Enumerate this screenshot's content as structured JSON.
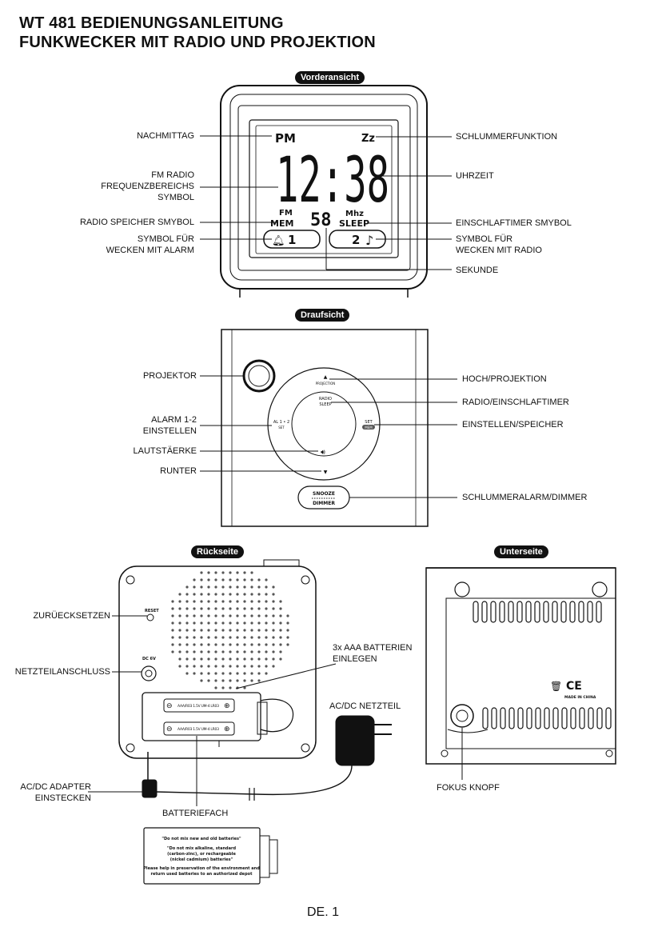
{
  "title": {
    "line1": "WT 481 BEDIENUNGSANLEITUNG",
    "line2": "FUNKWECKER MIT RADIO UND PROJEKTION"
  },
  "front": {
    "section": "Vorderansicht",
    "display": {
      "pm": "PM",
      "zz": "Zz",
      "time": "12:38",
      "fm": "FM",
      "mem": "MEM",
      "seconds": "58",
      "mhz": "Mhz",
      "sleep": "SLEEP",
      "alarm1": "1",
      "alarm2": "2"
    },
    "labels": {
      "nachmittag": "NACHMITTAG",
      "fm_line1": "FM RADIO",
      "fm_line2": "FREQUENZBEREICHS",
      "fm_line3": "SYMBOL",
      "radio_mem": "RADIO SPEICHER SMYBOL",
      "alarm_line1": "SYMBOL FÜR",
      "alarm_line2": "WECKEN MIT ALARM",
      "schlummer": "SCHLUMMERFUNKTION",
      "uhrzeit": "UHRZEIT",
      "sleep_symbol": "EINSCHLAFTIMER SMYBOL",
      "radio_line1": "SYMBOL FÜR",
      "radio_line2": "WECKEN MIT RADIO",
      "sekunde": "SEKUNDE"
    }
  },
  "top": {
    "section": "Draufsicht",
    "buttons": {
      "projection": "PROJECTION",
      "radio": "RADIO",
      "sleep": "SLEEP",
      "al12": "AL 1 • 2",
      "set": "SET",
      "set_right": "SET",
      "mem": "MEM",
      "snooze": "SNOOZE",
      "dimmer": "DIMMER"
    },
    "labels": {
      "projektor": "PROJEKTOR",
      "alarm_line1": "ALARM 1-2",
      "alarm_line2": "EINSTELLEN",
      "lautstaerke": "LAUTSTÄERKE",
      "runter": "RUNTER",
      "hoch": "HOCH/PROJEKTION",
      "radio_sleep": "RADIO/EINSCHLAFTIMER",
      "einstellen": "EINSTELLEN/SPEICHER",
      "schlummeralarm": "SCHLUMMERALARM/DIMMER"
    }
  },
  "back": {
    "section": "Rückseite",
    "reset": "RESET",
    "dc": "DC 6V",
    "battery_text": "AAA/R03 1.5V UM-4 LR03",
    "labels": {
      "zuruecksetzen": "ZURÜECKSETZEN",
      "netzteil": "NETZTEILANSCHLUSS",
      "batt_line1": "3x AAA BATTERIEN",
      "batt_line2": "EINLEGEN",
      "acdc": "AC/DC NETZTEIL",
      "adapter_line1": "AC/DC ADAPTER",
      "adapter_line2": "EINSTECKEN",
      "batteriefach": "BATTERIEFACH"
    },
    "cover": {
      "line1": "\"Do not mix new and old batteries\"",
      "line2": "\"Do not mix alkaline, standard",
      "line3": "(carbon-zinc), or rechargeable",
      "line4": "(nickel cadmium) batteries\"",
      "line5": "Please help in preservation of the environment and",
      "line6": "return used batteries to an authorized depot"
    }
  },
  "bottom": {
    "section": "Unterseite",
    "ce": "CE",
    "made": "MADE IN CHINA",
    "labels": {
      "fokus": "FOKUS KNOPF"
    }
  },
  "page_number": "DE. 1"
}
